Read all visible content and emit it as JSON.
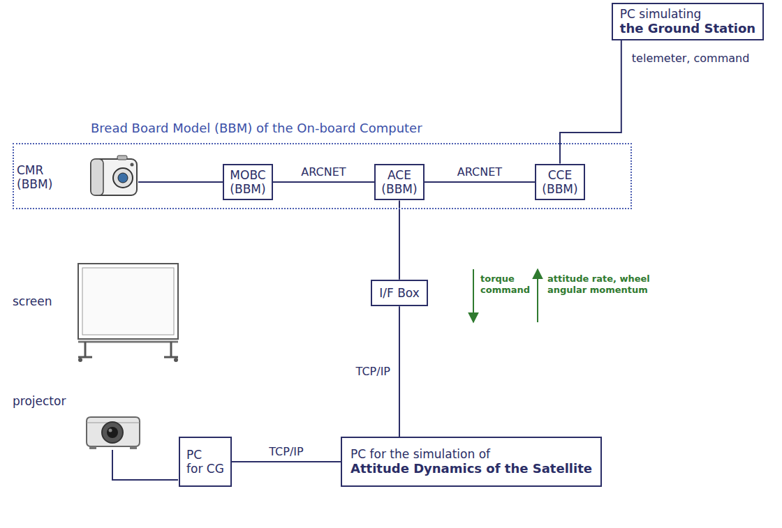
{
  "diagram": {
    "nodes": [
      {
        "text": [
          "PC simulating",
          "the Ground Station"
        ]
      },
      {
        "text": [
          "Bread Board Model (BBM) of the On-board Computer"
        ]
      },
      {
        "text": [
          "MOBC (BBM)"
        ],
        "in": 1
      },
      {
        "text": [
          "ACE (BBM)"
        ],
        "in": 1
      },
      {
        "text": [
          "CCE (BBM)"
        ],
        "in": 1
      },
      {
        "text": [
          "I/F Box"
        ]
      },
      {
        "text": [
          "PC",
          "for CG"
        ]
      },
      {
        "text": [
          "PC for the simulation of",
          "Attitude Dynamics of the Satellite"
        ]
      }
    ],
    "edges": [
      {
        "from": 0,
        "to": 4,
        "label": "telemeter, command",
        "arrow": "none"
      },
      {
        "from": 2,
        "to": 3,
        "label": "ARCNET",
        "arrow": "none"
      },
      {
        "from": 3,
        "to": 4,
        "label": "ARCNET",
        "arrow": "none"
      },
      {
        "from": 3,
        "to": 5,
        "arrow": "none"
      },
      {
        "from": 5,
        "to": 7,
        "label": "TCP/IP",
        "arrow": "none"
      },
      {
        "from": 6,
        "to": 7,
        "label": "TCP/IP",
        "arrow": "none"
      }
    ],
    "labels": [
      "CMR (BBM)",
      "torque command",
      "attitude rate, wheel angular momentum",
      "screen",
      "projector"
    ]
  }
}
